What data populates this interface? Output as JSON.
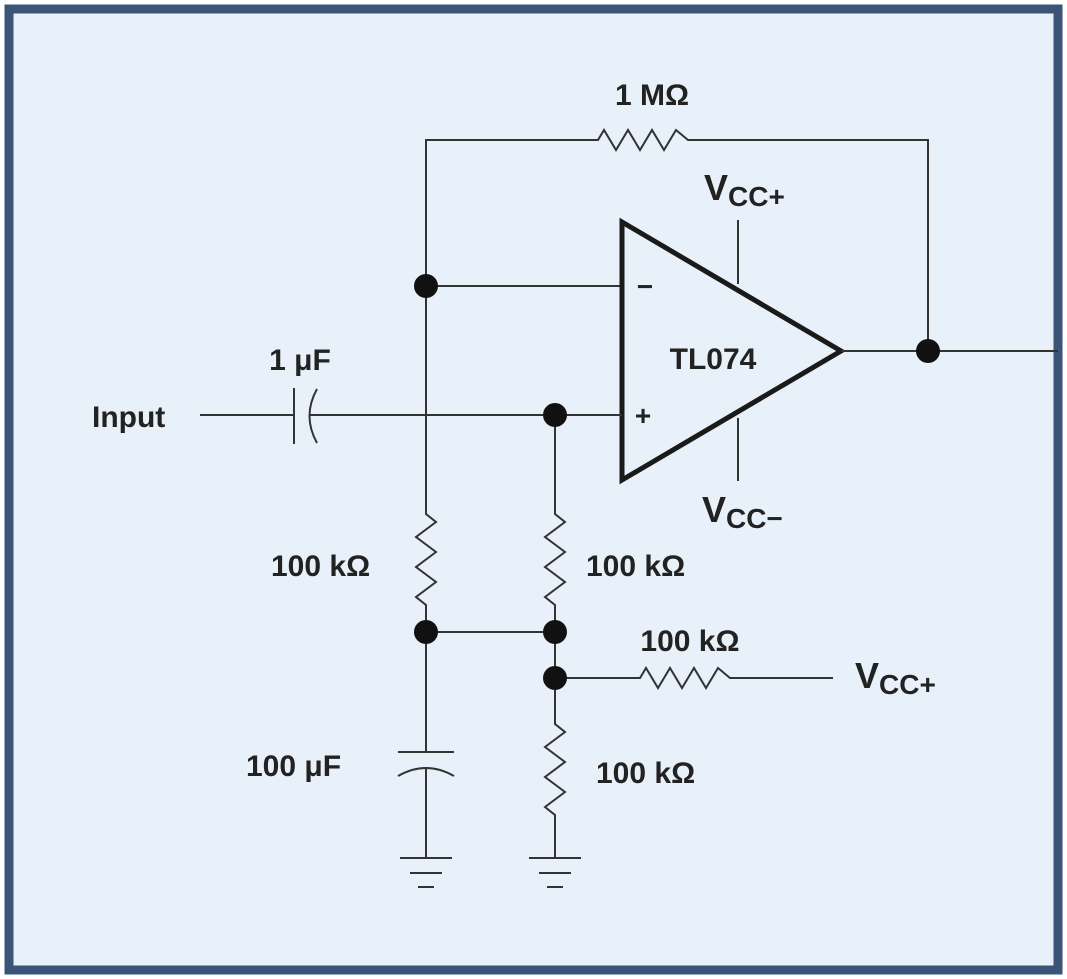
{
  "colors": {
    "border": "#3a5578",
    "background": "#e8f0f9",
    "ink": "#222222"
  },
  "labels": {
    "feedback_resistor": "1 MΩ",
    "input_capacitor": "1 μF",
    "input": "Input",
    "opamp": "TL074",
    "opamp_minus": "−",
    "opamp_plus": "+",
    "vcc_plus_top": {
      "base": "V",
      "sub": "CC+"
    },
    "vcc_minus": {
      "base": "V",
      "sub": "CC−"
    },
    "vcc_plus_right": {
      "base": "V",
      "sub": "CC+"
    },
    "resistor_left": "100 kΩ",
    "resistor_middle": "100 kΩ",
    "resistor_horizontal": "100 kΩ",
    "resistor_bottom": "100 kΩ",
    "capacitor_bottom": "100 μF"
  }
}
